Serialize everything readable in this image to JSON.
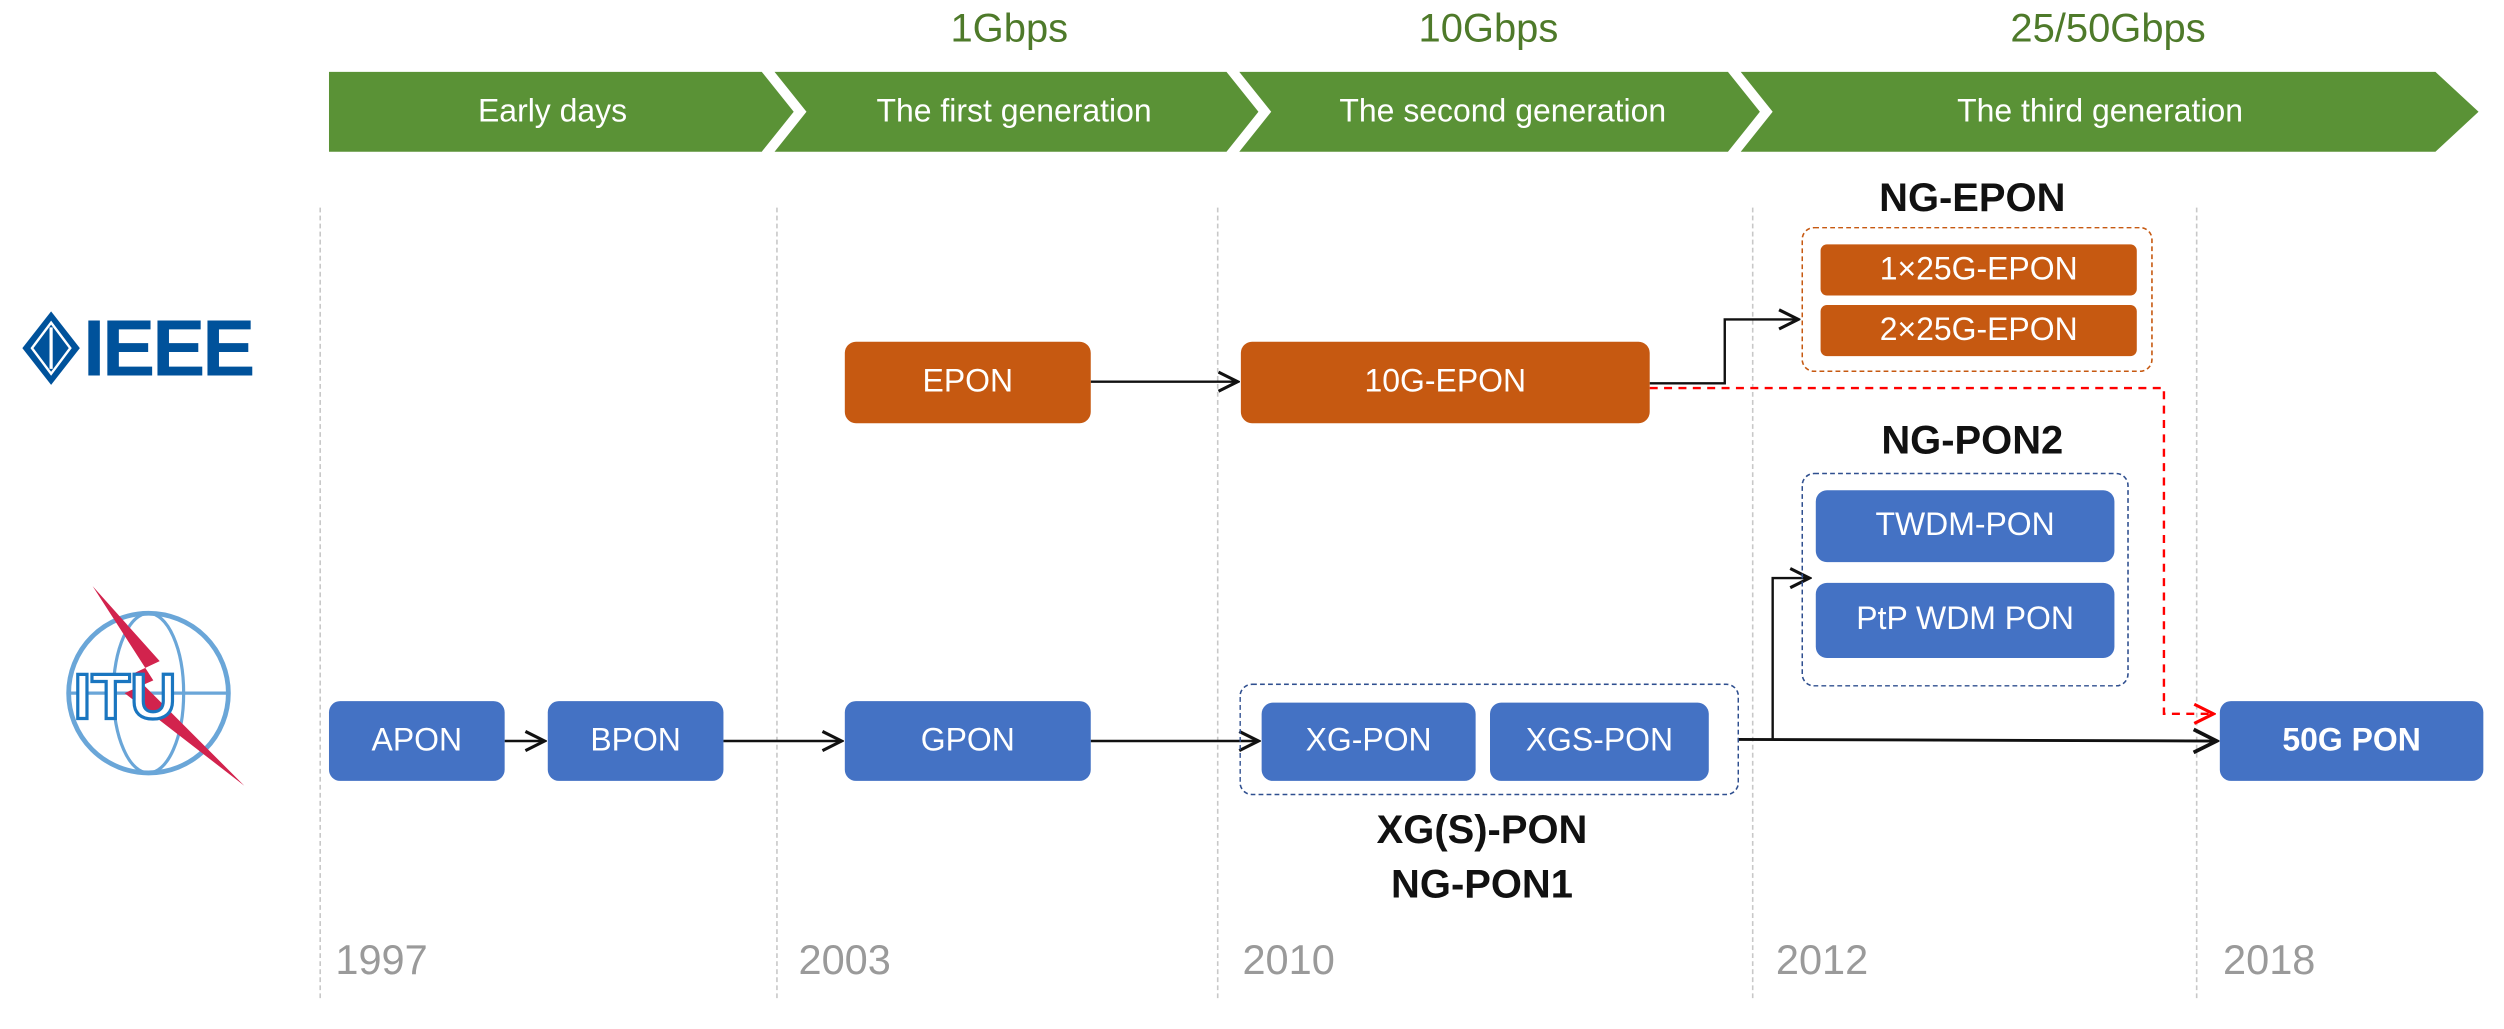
{
  "banner": {
    "color": "#5A9236",
    "segments": [
      "Early days",
      "The first generation",
      "The second generation",
      "The third generation"
    ],
    "speeds": [
      "1Gbps",
      "10Gbps",
      "25/50Gbps"
    ]
  },
  "years": [
    "1997",
    "2003",
    "2010",
    "2012",
    "2018"
  ],
  "logos": {
    "ieee": "IEEE",
    "itu": "ITU"
  },
  "ieee_track": {
    "color": "#C65911",
    "epon": "EPON",
    "epon10g": "10G-EPON",
    "ng_epon_title": "NG-EPON",
    "ng_epon_items": [
      "1×25G-EPON",
      "2×25G-EPON"
    ]
  },
  "itu_track": {
    "color": "#4472C4",
    "apon": "APON",
    "bpon": "BPON",
    "gpon": "GPON",
    "xg_items": [
      "XG-PON",
      "XGS-PON"
    ],
    "xg_title": [
      "XG(S)-PON",
      "NG-PON1"
    ],
    "ng_pon2_title": "NG-PON2",
    "ng_pon2_items": [
      "TWDM-PON",
      "PtP WDM PON"
    ],
    "pon50g": "50G PON"
  },
  "arrow_colors": {
    "main": "#111111",
    "convergence": "#FF0000"
  }
}
